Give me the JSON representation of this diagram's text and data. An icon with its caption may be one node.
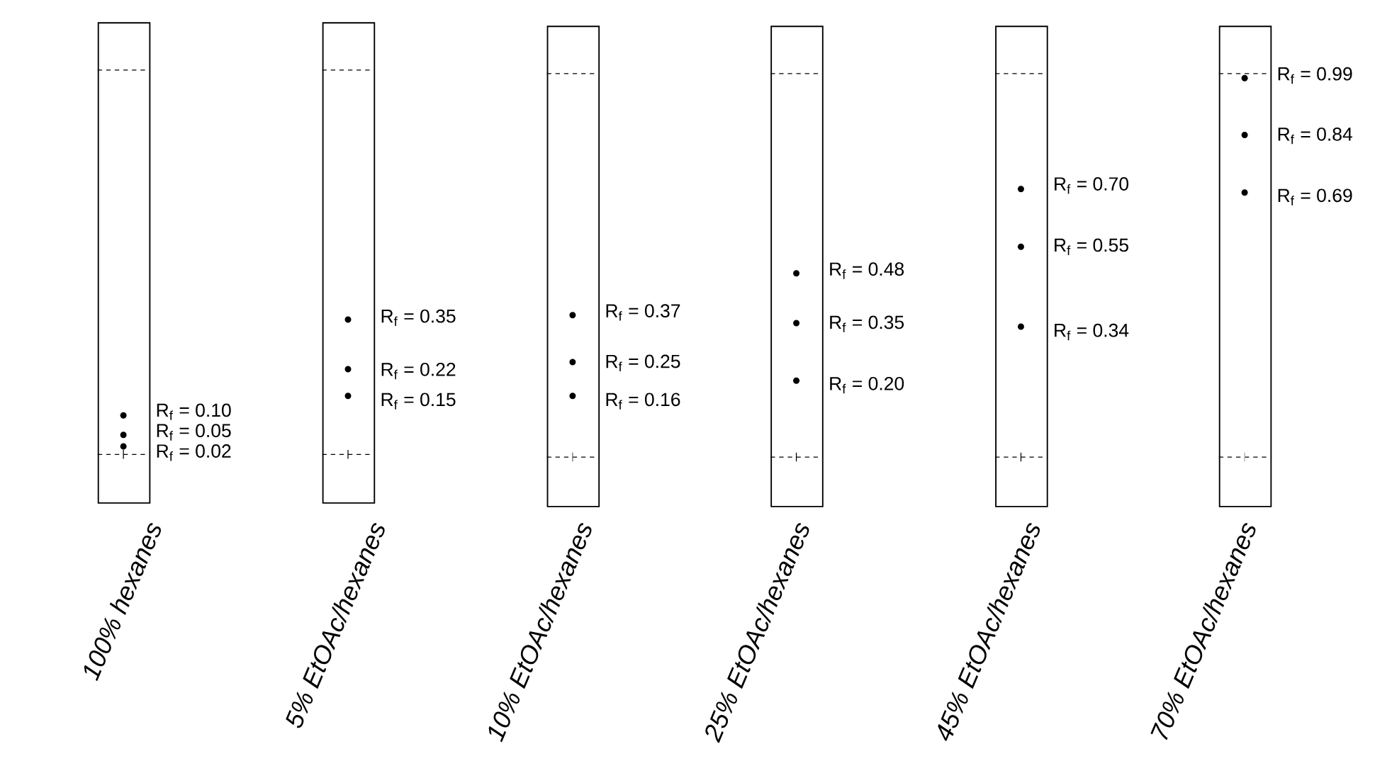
{
  "diagram": {
    "nodes": [
      {
        "text": [
          "100% hexanes"
        ],
        "beside": [
          "R$_{f}$ = 0.10",
          "R$_{f}$ = 0.05",
          "R$_{f}$ = 0.02"
        ]
      },
      {
        "text": [
          "5% EtOAc/hexanes"
        ],
        "beside": [
          "R$_{f}$ = 0.35",
          "R$_{f}$ = 0.22",
          "R$_{f}$ = 0.15"
        ]
      },
      {
        "text": [
          "10% EtOAc/hexanes"
        ],
        "beside": [
          "R$_{f}$ = 0.37",
          "R$_{f}$ = 0.25",
          "R$_{f}$ = 0.16"
        ]
      },
      {
        "text": [
          "25% EtOAc/hexanes"
        ],
        "beside": [
          "R$_{f}$ = 0.48",
          "R$_{f}$ = 0.35",
          "R$_{f}$ = 0.20"
        ]
      },
      {
        "text": [
          "45% EtOAc/hexanes"
        ],
        "beside": [
          "R$_{f}$ = 0.70",
          "R$_{f}$ = 0.55",
          "R$_{f}$ = 0.34"
        ]
      },
      {
        "text": [
          "70% EtOAc/hexanes"
        ],
        "beside": [
          "R$_{f}$ = 0.99",
          "R$_{f}$ = 0.84",
          "R$_{f}$ = 0.69"
        ]
      }
    ]
  }
}
